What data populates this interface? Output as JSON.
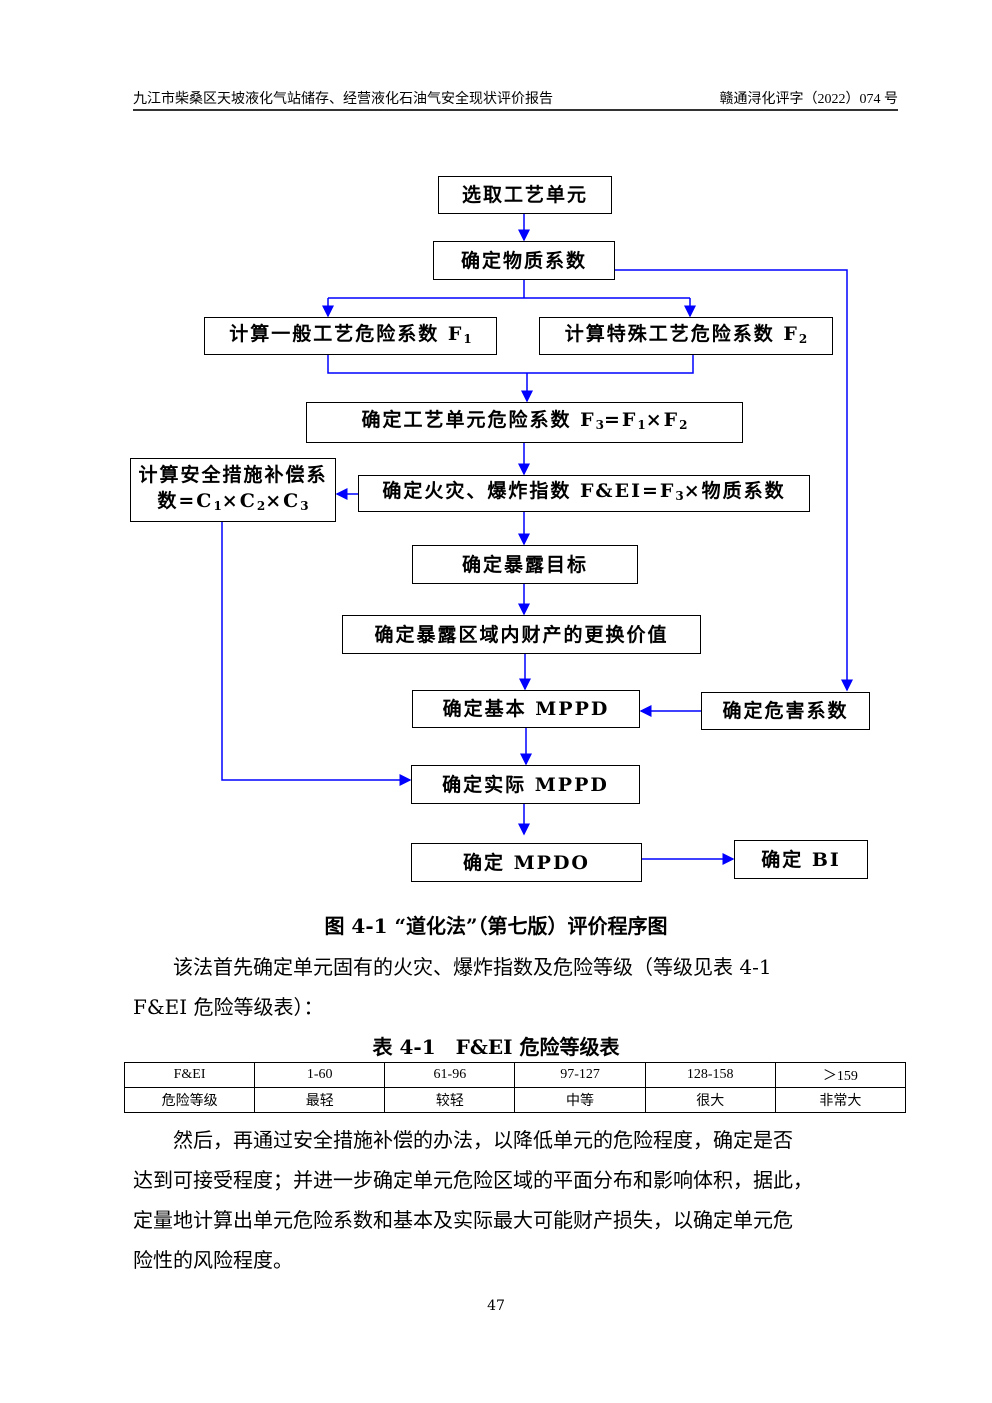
{
  "header": {
    "left": "九江市柴桑区天坡液化气站储存、经营液化石油气安全现状评价报告",
    "right": "赣通浔化评字（2022）074 号"
  },
  "flowchart": {
    "boxes": [
      {
        "id": "select-unit",
        "parts": [
          [
            "选取工艺单元",
            ""
          ]
        ]
      },
      {
        "id": "material-factor",
        "parts": [
          [
            "确定物质系数",
            ""
          ]
        ]
      },
      {
        "id": "general-hazard-f1",
        "parts": [
          [
            "计算一般工艺危险系数 F",
            "1"
          ]
        ]
      },
      {
        "id": "special-hazard-f2",
        "parts": [
          [
            "计算特殊工艺危险系数 F",
            "2"
          ]
        ]
      },
      {
        "id": "unit-hazard-f3",
        "parts": [
          [
            "确定工艺单元危险系数 F",
            "3"
          ],
          [
            "=F",
            "1"
          ],
          [
            "×F",
            "2"
          ]
        ]
      },
      {
        "id": "safety-credit",
        "parts": [
          [
            "计算安全措施补偿系数=C",
            "1"
          ],
          [
            "×C",
            "2"
          ],
          [
            "×C",
            "3"
          ]
        ]
      },
      {
        "id": "fei-index",
        "parts": [
          [
            "确定火灾、爆炸指数 F&EI=F",
            "3"
          ],
          [
            "×物质系数",
            ""
          ]
        ]
      },
      {
        "id": "exposure-target",
        "parts": [
          [
            "确定暴露目标",
            ""
          ]
        ]
      },
      {
        "id": "replacement-value",
        "parts": [
          [
            "确定暴露区域内财产的更换价值",
            ""
          ]
        ]
      },
      {
        "id": "base-mppd",
        "parts": [
          [
            "确定基本 MPPD",
            ""
          ]
        ]
      },
      {
        "id": "damage-factor",
        "parts": [
          [
            "确定危害系数",
            ""
          ]
        ]
      },
      {
        "id": "actual-mppd",
        "parts": [
          [
            "确定实际 MPPD",
            ""
          ]
        ]
      },
      {
        "id": "mpdo",
        "parts": [
          [
            "确定 MPDO",
            ""
          ]
        ]
      },
      {
        "id": "bi",
        "parts": [
          [
            "确定 BI",
            ""
          ]
        ]
      }
    ],
    "arrow_color": "#0000ff"
  },
  "figure_caption": "图 4-1 “道化法”（第七版）评价程序图",
  "para1": [
    "　　该法首先确定单元固有的火灾、爆炸指数及危险等级（等级见表 4-1",
    "F&EI 危险等级表）："
  ],
  "table_caption": "表 4-1　F&EI 危险等级表",
  "table": {
    "rows": [
      [
        "F&EI",
        "1-60",
        "61-96",
        "97-127",
        "128-158",
        "＞159"
      ],
      [
        "危险等级",
        "最轻",
        "较轻",
        "中等",
        "很大",
        "非常大"
      ]
    ]
  },
  "para2": [
    "　　然后，再通过安全措施补偿的办法，以降低单元的危险程度，确定是否",
    "达到可接受程度；并进一步确定单元危险区域的平面分布和影响体积，据此，",
    "定量地计算出单元危险系数和基本及实际最大可能财产损失，以确定单元危",
    "险性的风险程度。"
  ],
  "page_number": "47"
}
